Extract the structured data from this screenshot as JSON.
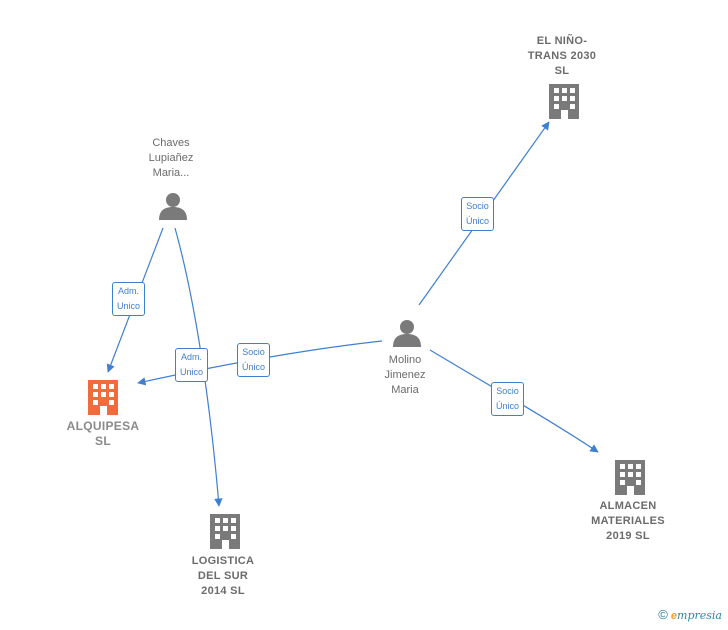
{
  "nodes": {
    "chaves": {
      "label": "Chaves\nLupiañez\nMaria..."
    },
    "molino": {
      "label": "Molino\nJimenez\nMaria"
    },
    "alquipesa": {
      "label": "ALQUIPESA\nSL"
    },
    "elnino": {
      "label": "EL NIÑO-\nTRANS 2030\nSL"
    },
    "almacen": {
      "label": "ALMACEN\nMATERIALES\n2019  SL"
    },
    "logistica": {
      "label": "LOGISTICA\nDEL SUR\n2014  SL"
    }
  },
  "edges": {
    "chaves_alquipesa": "Adm.\nUnico",
    "chaves_logistica": "Adm.\nUnico",
    "molino_alquipesa": "Socio\nÚnico",
    "molino_elnino": "Socio\nÚnico",
    "molino_almacen": "Socio\nÚnico"
  },
  "colors": {
    "edge": "#3f7fd1",
    "icon": "#7a7a7a",
    "main_company": "#f26b3a"
  },
  "footer": {
    "copyright": "©",
    "brand_e": "e",
    "brand_rest": "mpresia"
  }
}
